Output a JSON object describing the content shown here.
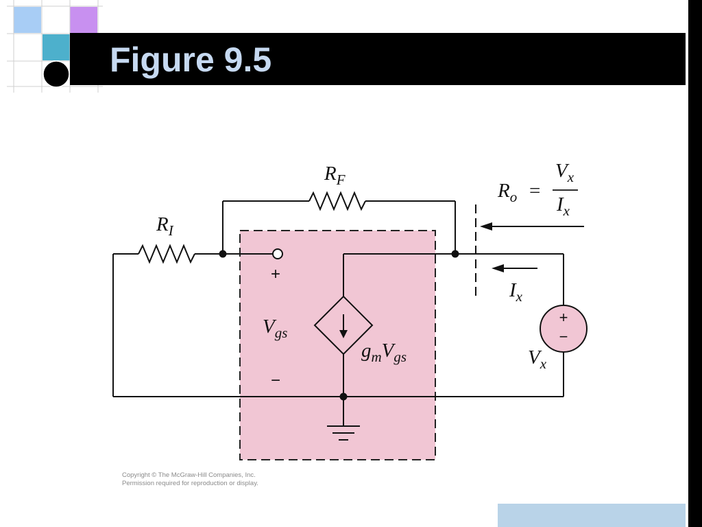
{
  "slide": {
    "title": "Figure 9.5",
    "colors": {
      "title_bar": "#000000",
      "title_text": "#c6d9f1",
      "circuit_box": "#f1c6d4",
      "accent_blue": "#a8cdf5",
      "accent_purple": "#c890f0",
      "accent_teal": "#4db0cc",
      "bottom_block": "#b9d3e8"
    }
  },
  "circuit": {
    "labels": {
      "rf_main": "R",
      "rf_sub": "F",
      "ri_main": "R",
      "ri_sub": "I",
      "ro_main": "R",
      "ro_sub": "o",
      "equals": "=",
      "frac_num_main": "V",
      "frac_num_sub": "x",
      "frac_den_main": "I",
      "frac_den_sub": "x",
      "ix_main": "I",
      "ix_sub": "x",
      "vx_main": "V",
      "vx_sub": "x",
      "vgs_main": "V",
      "vgs_sub": "gs",
      "gm_g": "g",
      "gm_m": "m",
      "gm_v": "V",
      "gm_gs": "gs",
      "plus": "+",
      "minus": "−",
      "src_plus": "+",
      "src_minus": "−"
    }
  },
  "footer": {
    "copyright_line1": "Copyright © The McGraw-Hill Companies, Inc.",
    "copyright_line2": "Permission required for reproduction or display."
  }
}
